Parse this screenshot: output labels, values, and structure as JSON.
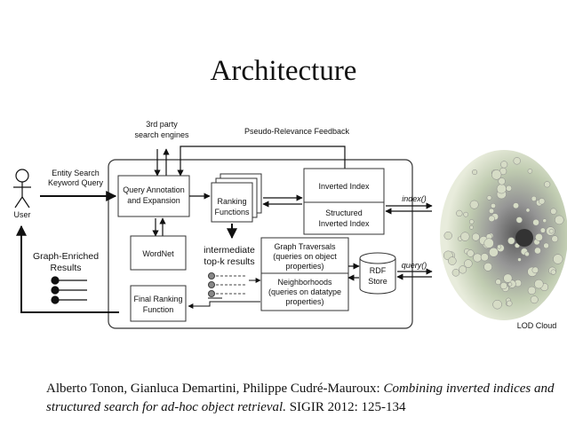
{
  "title": "Architecture",
  "diagram": {
    "user_label": "User",
    "entity_search_line1": "Entity Search",
    "entity_search_line2": "Keyword Query",
    "graph_enriched_line1": "Graph-Enriched",
    "graph_enriched_line2": "Results",
    "third_party_line1": "3rd party",
    "third_party_line2": "search engines",
    "pseudo_relevance": "Pseudo-Relevance Feedback",
    "query_annotation_line1": "Query Annotation",
    "query_annotation_line2": "and Expansion",
    "wordnet": "WordNet",
    "final_ranking_line1": "Final Ranking",
    "final_ranking_line2": "Function",
    "ranking_functions_line1": "Ranking",
    "ranking_functions_line2": "Functions",
    "intermediate_line1": "intermediate",
    "intermediate_line2": "top-k results",
    "inverted_index": "Inverted Index",
    "structured_index_line1": "Structured",
    "structured_index_line2": "Inverted Index",
    "graph_traversals_line1": "Graph Traversals",
    "graph_traversals_line2": "(queries on object",
    "graph_traversals_line3": "properties)",
    "neighborhoods_line1": "Neighborhoods",
    "neighborhoods_line2": "(queries on datatype",
    "neighborhoods_line3": "properties)",
    "rdf_store_line1": "RDF",
    "rdf_store_line2": "Store",
    "index_call": "index()",
    "query_call": "query()",
    "lod_cloud": "LOD Cloud"
  },
  "citation": {
    "authors": "Alberto Tonon, Gianluca Demartini, Philippe Cudré-Mauroux: ",
    "paper_title": "Combining inverted indices and structured search for ad-hoc object retrieval.",
    "venue": " SIGIR 2012: 125-134"
  }
}
